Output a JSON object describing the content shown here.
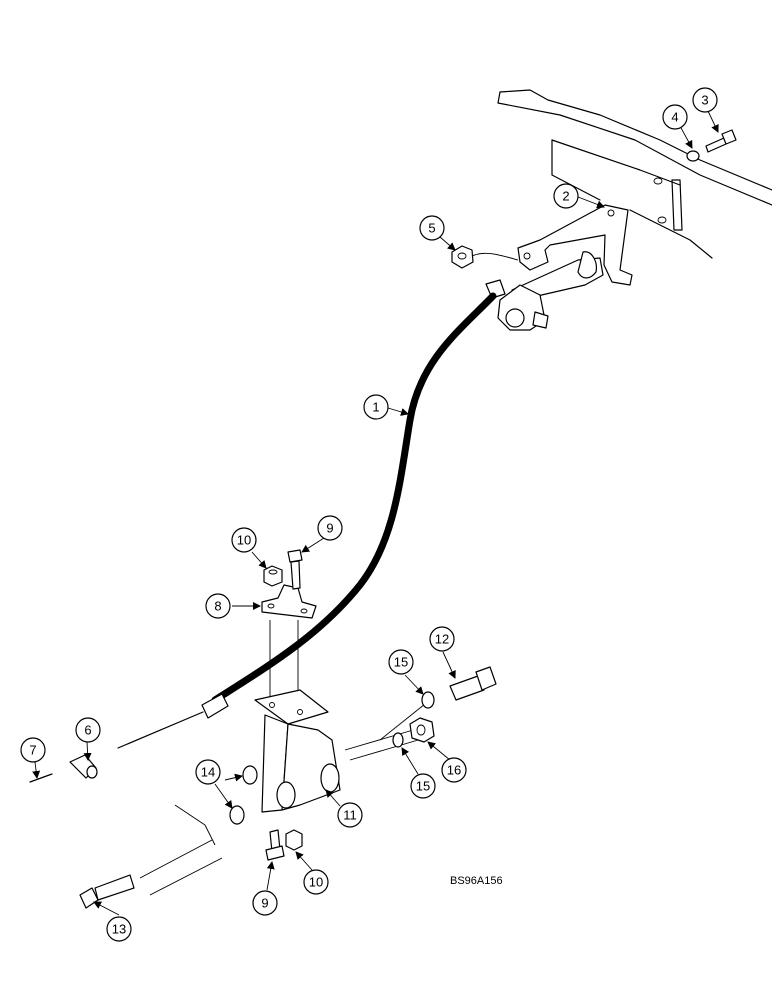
{
  "drawing_code": "BS96A156",
  "callouts": {
    "c1": "1",
    "c2": "2",
    "c3": "3",
    "c4": "4",
    "c5": "5",
    "c6": "6",
    "c7": "7",
    "c8": "8",
    "c9a": "9",
    "c9b": "9",
    "c10a": "10",
    "c10b": "10",
    "c11": "11",
    "c12": "12",
    "c13": "13",
    "c14": "14",
    "c15a": "15",
    "c15b": "15",
    "c16": "16"
  }
}
